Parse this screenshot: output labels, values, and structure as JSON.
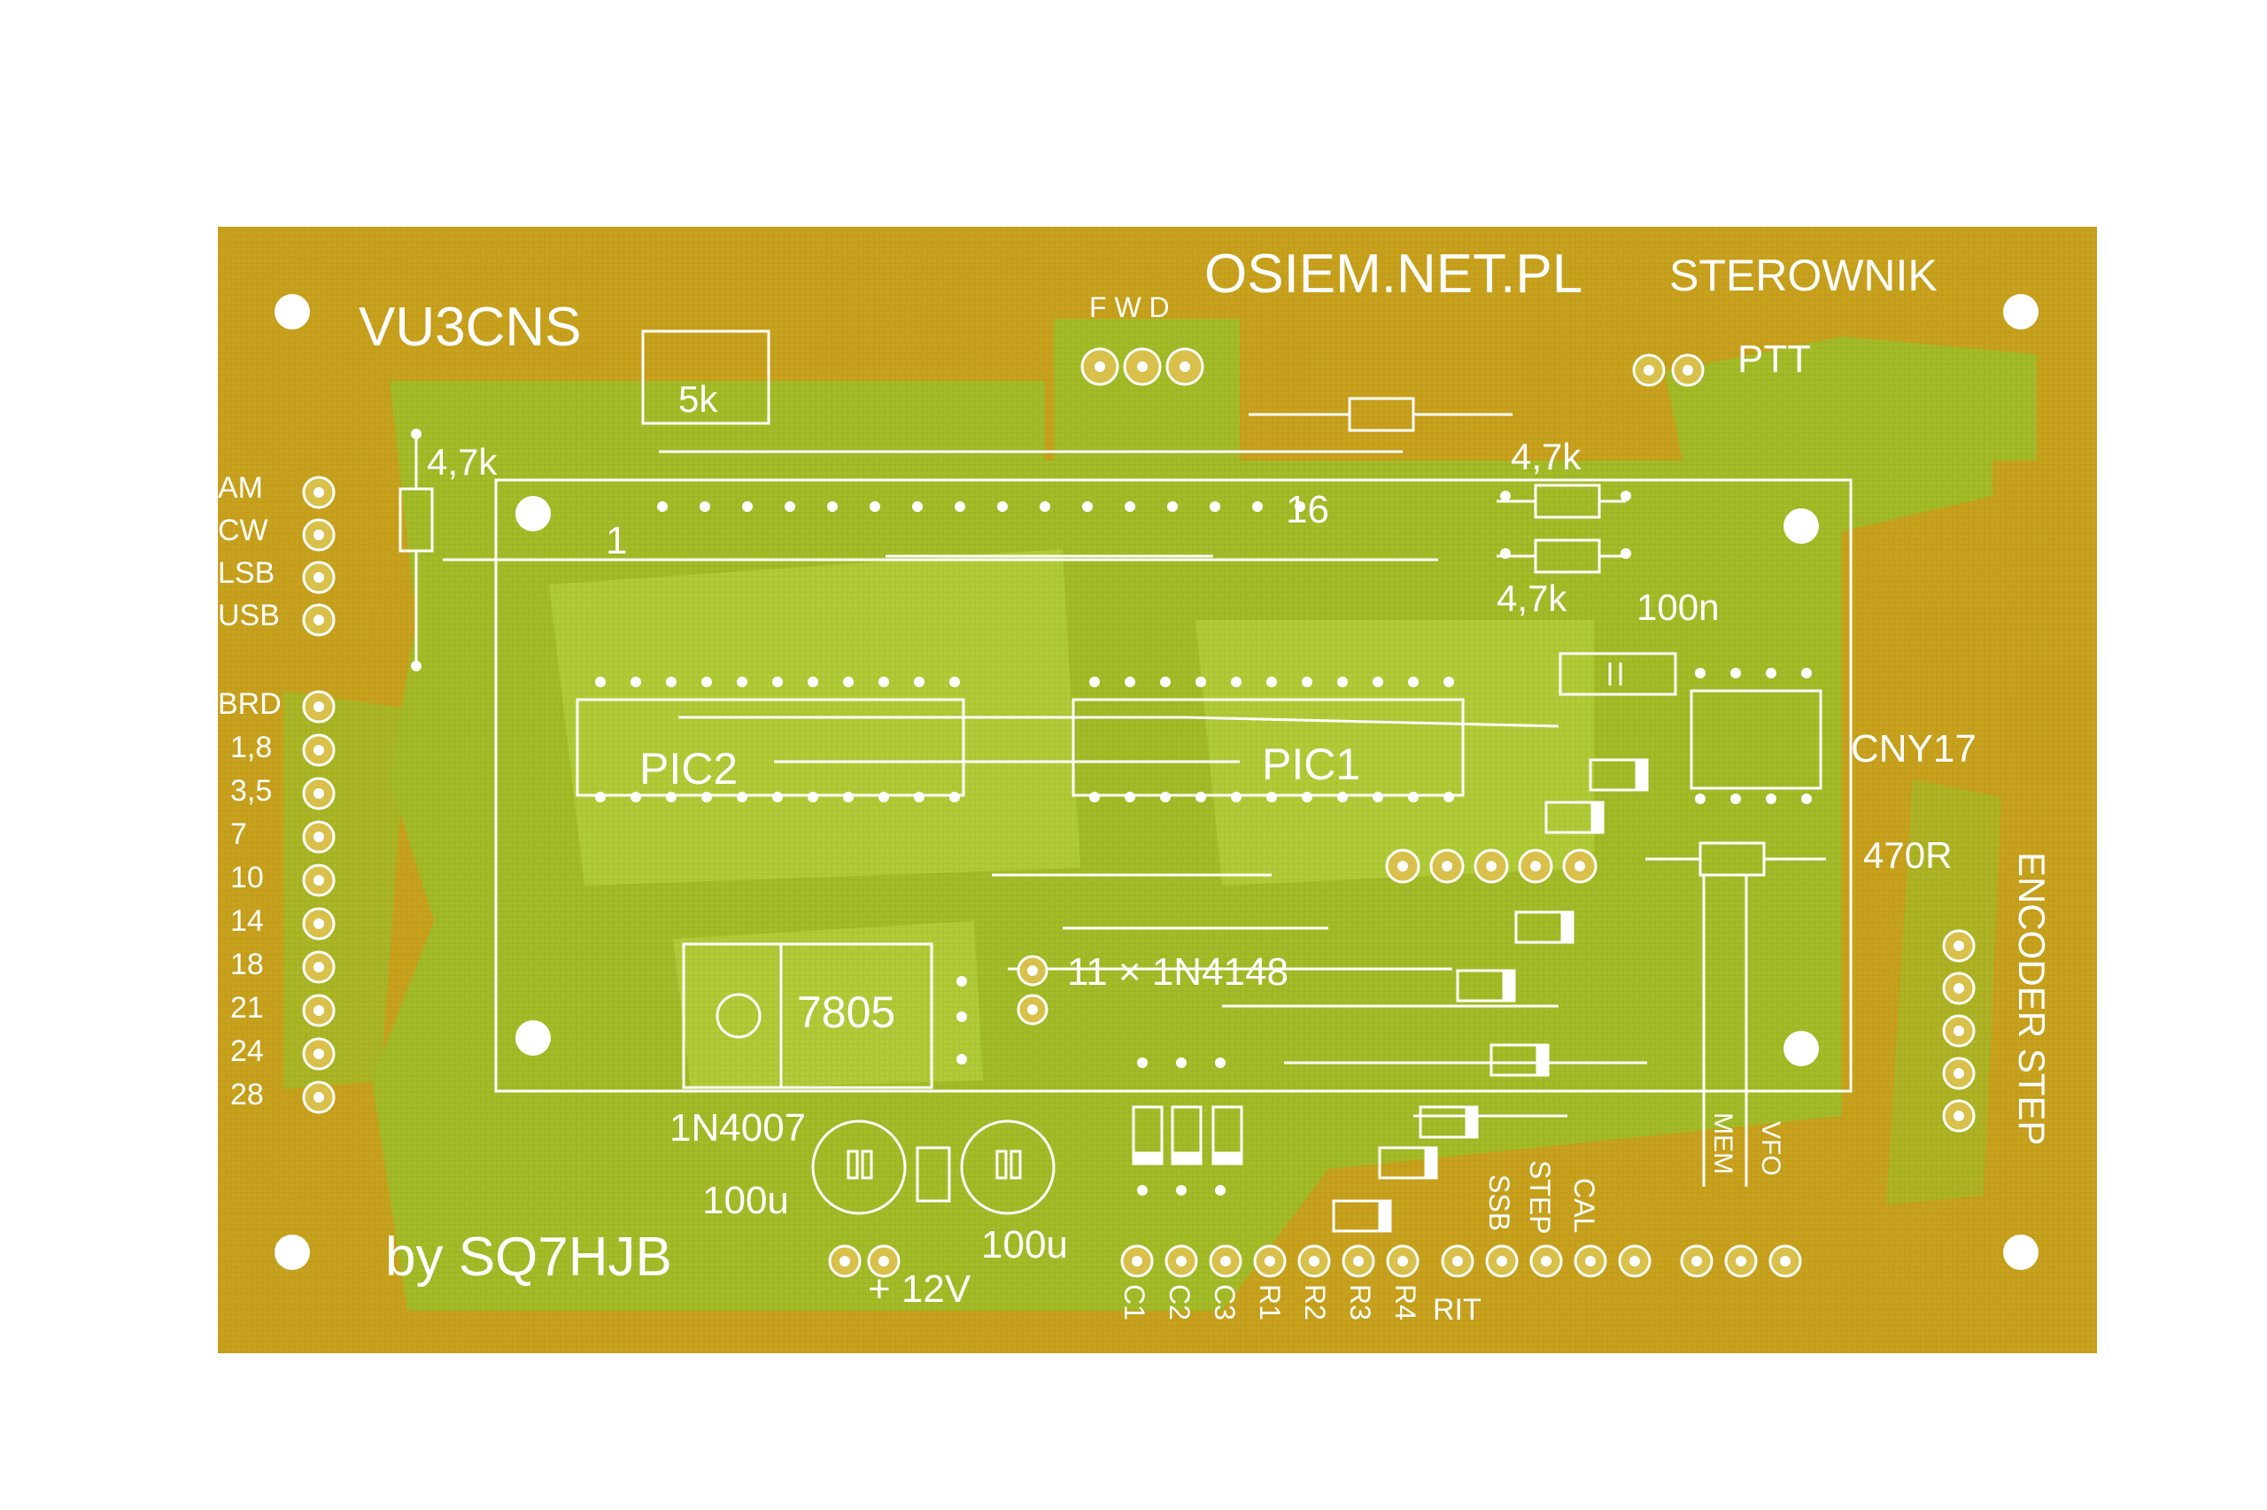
{
  "board": {
    "colors": {
      "substrate": "#c9a21d",
      "substrate_dark": "#b58e12",
      "copper_green": "#9cc22a",
      "copper_light": "#b3cf3a",
      "silk": "#ffffff",
      "pad": "#d8c04a",
      "background": "#ffffff"
    },
    "title_text": "OSIEM.NET.PL",
    "subtitle_text": "STEROWNIK",
    "model_text": "VU3CNS",
    "author_text": "by SQ7HJB",
    "top_labels": {
      "fwd": "F W D",
      "ptt": "PTT"
    },
    "left_labels": {
      "mode": [
        "AM",
        "CW",
        "LSB",
        "USB"
      ],
      "band": [
        "BRD",
        "1,8",
        "3,5",
        "7",
        "10",
        "14",
        "18",
        "21",
        "24",
        "28"
      ]
    },
    "components": {
      "pot": "5k",
      "r_left": "4,7k",
      "r_top": "4,7k",
      "r_mid": "4,7k",
      "cap": "100n",
      "opto": "CNY17",
      "r_470": "470R",
      "pic1": "PIC1",
      "pic2": "PIC2",
      "regulator": "7805",
      "diodes": "11 × 1N4148",
      "diode_power": "1N4007",
      "cap_left": "100u",
      "cap_right": "100u",
      "power": "+ 12V",
      "pin_1": "1",
      "pin_16": "16",
      "encoder": "ENCODER STEP",
      "mem": "MEM",
      "vfo": "VFO",
      "bottom_right": [
        "SSB",
        "STEP",
        "CAL"
      ],
      "rit": "RIT",
      "bottom_pins": [
        "C1",
        "C2",
        "C3",
        "R1",
        "R2",
        "R3",
        "R4"
      ]
    }
  }
}
